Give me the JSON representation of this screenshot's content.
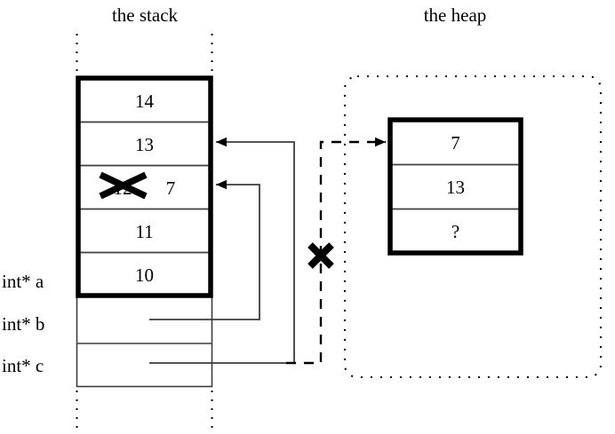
{
  "diagram": {
    "titles": {
      "stack": "the stack",
      "heap": "the heap"
    },
    "stack": {
      "frame_cells": [
        {
          "value": "14"
        },
        {
          "value": "13"
        },
        {
          "value": "12",
          "struck": true,
          "new_value": "7"
        },
        {
          "value": "11"
        },
        {
          "value": "10"
        }
      ],
      "pointer_rows": [
        {
          "label": "int* a"
        },
        {
          "label": "int* b"
        },
        {
          "label": "int* c"
        }
      ]
    },
    "heap": {
      "cells": [
        {
          "value": "7"
        },
        {
          "value": "13"
        },
        {
          "value": "?"
        }
      ]
    },
    "marks": {
      "strike_cell": "X",
      "broken_link": "X"
    },
    "colors": {
      "ink": "#000000",
      "thin_line": "#444444",
      "background": "#ffffff"
    }
  }
}
